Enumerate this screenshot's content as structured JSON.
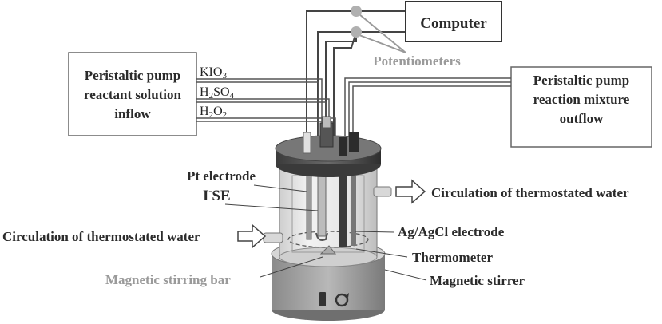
{
  "boxes": {
    "computer": "Computer",
    "pump_inflow": [
      "Peristaltic pump",
      "reactant solution",
      "inflow"
    ],
    "pump_outflow": [
      "Peristaltic pump",
      "reaction mixture",
      "outflow"
    ]
  },
  "reactants": {
    "kio3": {
      "main": "KIO",
      "sub": "3"
    },
    "h2so4": {
      "main1": "H",
      "sub1": "2",
      "main2": "SO",
      "sub2": "4"
    },
    "h2o2": {
      "main1": "H",
      "sub1": "2",
      "main2": "O",
      "sub2": "2"
    }
  },
  "labels": {
    "potentiometers": "Potentiometers",
    "pt_electrode": "Pt electrode",
    "ise_base": "I",
    "ise_sup": "-",
    "ise_rest": "SE",
    "circ_out": "Circulation of thermostated water",
    "circ_in": "Circulation of thermostated water",
    "agagcl": "Ag/AgCl electrode",
    "thermometer": "Thermometer",
    "stirring_bar": "Magnetic stirring bar",
    "stirrer": "Magnetic stirrer"
  },
  "colors": {
    "line": "#444444",
    "box_border": "#666666",
    "grey_text": "#9a9a9a",
    "dark_text": "#2b2b2b",
    "potentiometer_dot": "#b0b0b0"
  }
}
